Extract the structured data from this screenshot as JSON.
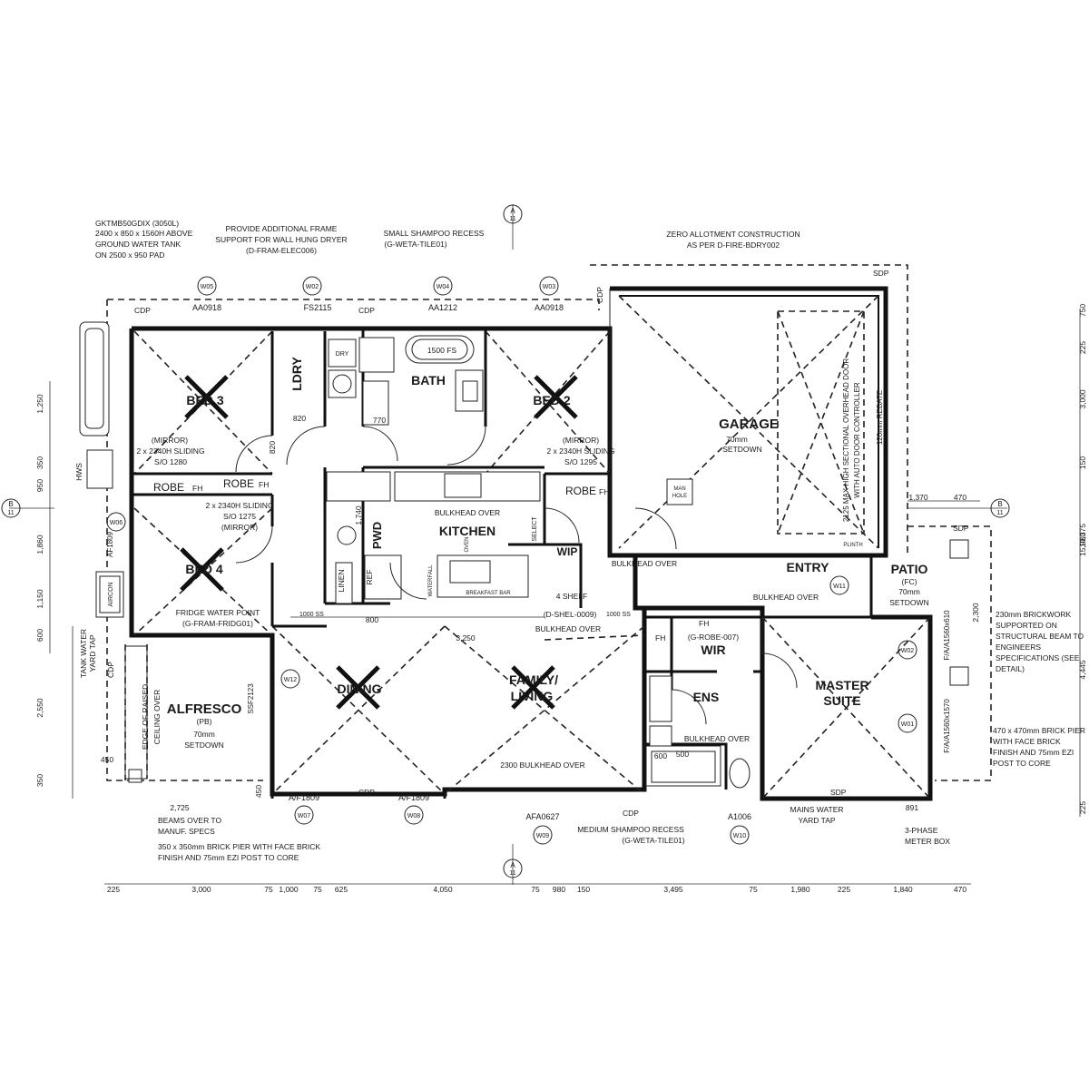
{
  "rooms": {
    "bed3": "BED 3",
    "bed2": "BED 2",
    "bed4": "BED 4",
    "bath": "BATH",
    "ldry": "LDRY",
    "kitchen": "KITCHEN",
    "garage": "GARAGE",
    "entry": "ENTRY",
    "patio": "PATIO",
    "wir": "WIR",
    "ens": "ENS",
    "master": "MASTER",
    "suite": "SUITE",
    "alfresco": "ALFRESCO",
    "dining": "DINING",
    "family": "FAMILY/",
    "living": "LIVING",
    "pwd": "PWD",
    "wip": "WIP",
    "robe": "ROBE"
  },
  "notes": {
    "tank_1": "GKTMB50GDIX (3050L)",
    "tank_2": "2400 x 850 x 1560H ABOVE",
    "tank_3": "GROUND WATER TANK",
    "tank_4": "ON 2500 x 950 PAD",
    "frame_1": "PROVIDE ADDITIONAL FRAME",
    "frame_2": "SUPPORT FOR WALL HUNG DRYER",
    "frame_3": "(D-FRAM-ELEC006)",
    "shampoo_1": "SMALL SHAMPOO RECESS",
    "shampoo_2": "(G-WETA-TILE01)",
    "zero_1": "ZERO ALLOTMENT CONSTRUCTION",
    "zero_2": "AS PER D-FIRE-BDRY002",
    "brick_1": "230mm BRICKWORK",
    "brick_2": "SUPPORTED ON",
    "brick_3": "STRUCTURAL BEAM TO",
    "brick_4": "ENGINEERS",
    "brick_5": "SPECIFICATIONS (SEE",
    "brick_6": "DETAIL)",
    "pier470_1": "470 x 470mm BRICK PIER",
    "pier470_2": "WITH FACE BRICK",
    "pier470_3": "FINISH AND 75mm EZI",
    "pier470_4": "POST TO CORE",
    "beams_1": "BEAMS OVER TO",
    "beams_2": "MANUF. SPECS",
    "pier350_1": "350 x 350mm BRICK PIER WITH FACE BRICK",
    "pier350_2": "FINISH AND 75mm EZI POST TO CORE",
    "med_1": "MEDIUM SHAMPOO RECESS",
    "med_2": "(G-WETA-TILE01)",
    "mains_1": "MAINS WATER",
    "mains_2": "YARD TAP",
    "meter_1": "3-PHASE",
    "meter_2": "METER BOX",
    "fridge_1": "FRIDGE WATER POINT",
    "fridge_2": "(G-FRAM-FRIDG01)",
    "tanktap_1": "TANK WATER",
    "tanktap_2": "YARD TAP",
    "garage_door_1": "2125 MAX HIGH SECTIONAL OVERHEAD DOOR",
    "garage_door_2": "WITH AUTO DOOR CONTROLLER",
    "rebate": "120mm REBATE",
    "manhole_1": "MAN",
    "manhole_2": "HOLE",
    "bulkhead_over": "BULKHEAD OVER",
    "bulkhead_2300": "2300 BULKHEAD OVER",
    "breakfast_bar": "BREAKFAST BAR",
    "shelf": "4 SHELF",
    "shelf_code": "(D-SHEL-0009)",
    "robe_code": "(G-ROBE-007)",
    "edge_1": "EDGE OF RAISED",
    "edge_2": "CEILING OVER",
    "mirror": "(MIRROR)",
    "sliding": "2 x 2340H SLIDING",
    "so_1280": "S/O 1280",
    "so_1295": "S/O 1295",
    "so_1275": "S/O 1275",
    "setdown": "70mm",
    "setdown_2": "SETDOWN",
    "pb": "(PB)",
    "fc": "(FC)",
    "fs1500": "1500 FS",
    "dry": "DRY",
    "waterfall": "WATERFALL",
    "plinth": "PLINTH",
    "hws": "HWS",
    "aircon": "AIRCON",
    "linen": "LINEN",
    "ref": "REF",
    "fh": "FH",
    "cdp": "CDP",
    "sdp": "SDP",
    "ss1000": "1000 SS",
    "oven": "OVEN",
    "select": "SELECT"
  },
  "windows": {
    "w05": "W05",
    "w02": "W02",
    "w04": "W04",
    "w03": "W03",
    "w06": "W06",
    "w07": "W07",
    "w08": "W08",
    "w09": "W09",
    "w10": "W10",
    "w11": "W11",
    "w01": "W01",
    "w12": "W12",
    "aa0918_a": "AA0918",
    "fs2115": "FS2115",
    "aa1212": "AA1212",
    "aa0918_b": "AA0918",
    "af1809_a": "A/F1809",
    "af1809_b": "A/F1809",
    "afa0627": "AFA0627",
    "a1006": "A1006",
    "fa1560": "F/A/A1560x610",
    "fa1570": "F/A/A1560x1570",
    "ssf2123": "SSF2123",
    "af1809_c": "AF1809"
  },
  "dims": {
    "bottom": [
      "225",
      "3,000",
      "75",
      "1,000",
      "75",
      "625",
      "4,050",
      "75",
      "980",
      "150",
      "3,495",
      "75",
      "1,980",
      "225",
      "1,840",
      "470"
    ],
    "left": [
      "1,250",
      "350",
      "950",
      "1,860",
      "1,150",
      "600",
      "2,550",
      "350"
    ],
    "right": [
      "750",
      "225",
      "3,000",
      "150",
      "10,375",
      "15,980",
      "4,445",
      "225"
    ],
    "interior": [
      "820",
      "770",
      "820",
      "3,250",
      "800",
      "1,370",
      "470",
      "2,300",
      "2,725",
      "450",
      "891",
      "450",
      "1,740",
      "600",
      "500"
    ]
  },
  "section_marks": {
    "top": "A",
    "top_sub": "11",
    "bottom": "A",
    "bottom_sub": "11",
    "left": "B",
    "left_sub": "11",
    "right": "B",
    "right_sub": "11"
  }
}
